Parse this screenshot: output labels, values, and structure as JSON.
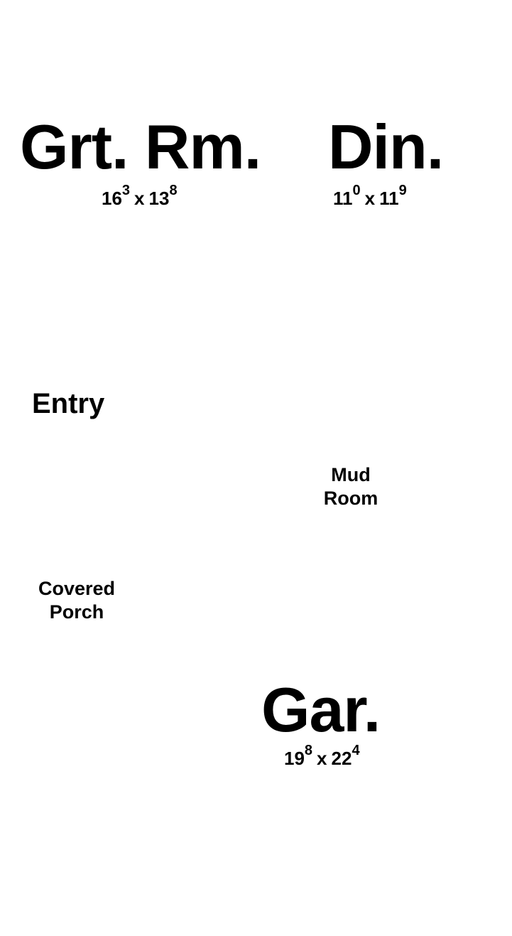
{
  "rooms": {
    "great_room": {
      "name": "Grt. Rm.",
      "width_ft": "16",
      "width_in": "3",
      "sep": "x",
      "length_ft": "13",
      "length_in": "8"
    },
    "dining": {
      "name": "Din.",
      "width_ft": "11",
      "width_in": "0",
      "sep": "x",
      "length_ft": "11",
      "length_in": "9"
    },
    "entry": {
      "name": "Entry"
    },
    "mud_room": {
      "line1": "Mud",
      "line2": "Room"
    },
    "covered_porch": {
      "line1": "Covered",
      "line2": "Porch"
    },
    "garage": {
      "name": "Gar.",
      "width_ft": "19",
      "width_in": "8",
      "sep": "x",
      "length_ft": "22",
      "length_in": "4"
    }
  }
}
